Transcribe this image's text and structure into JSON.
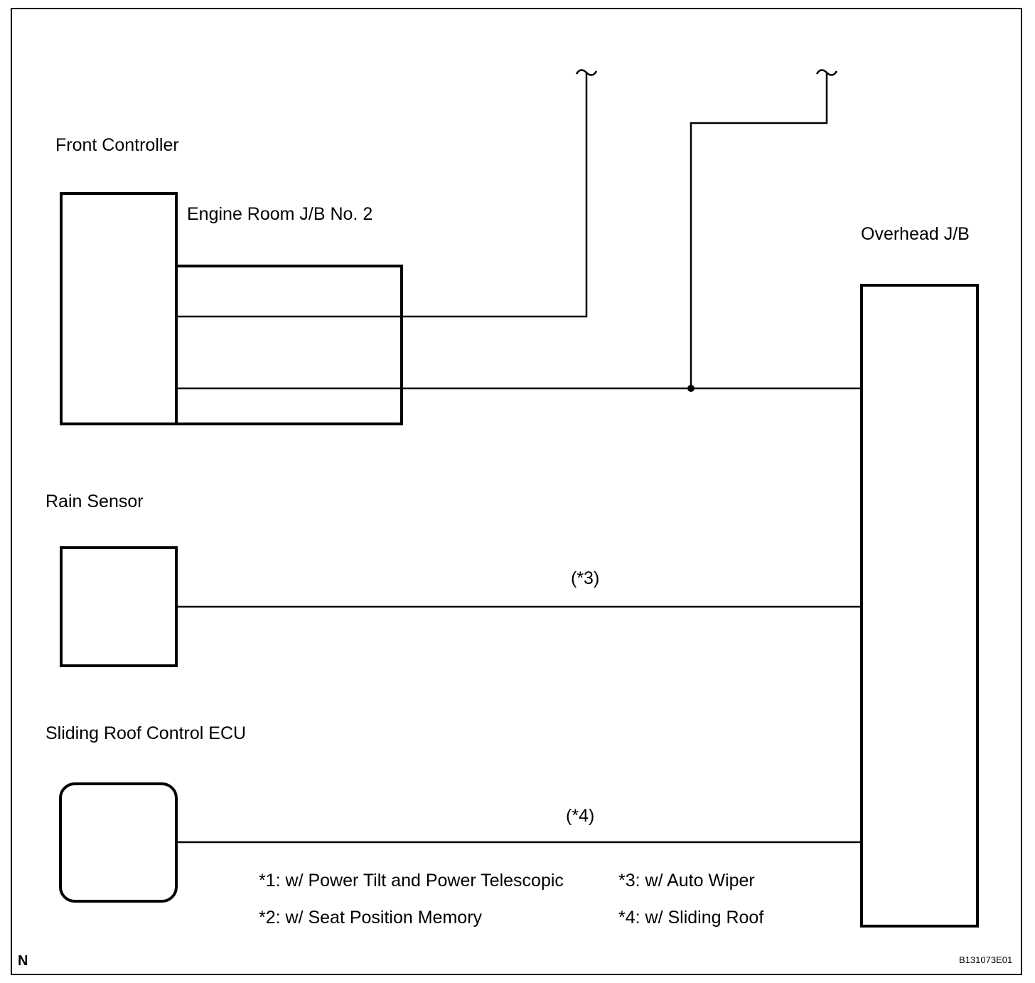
{
  "components": {
    "front_controller": "Front Controller",
    "engine_room_jb": "Engine Room J/B No. 2",
    "overhead_jb": "Overhead J/B",
    "rain_sensor": "Rain Sensor",
    "sliding_roof_ecu": "Sliding Roof Control ECU"
  },
  "wire_labels": {
    "rain_sensor_line": "(*3)",
    "sliding_roof_line": "(*4)"
  },
  "notes": [
    "*1: w/ Power Tilt and Power Telescopic",
    "*2: w/ Seat Position Memory",
    "*3: w/ Auto Wiper",
    "*4: w/ Sliding Roof"
  ],
  "corner_mark": "N",
  "figure_code": "B131073E01"
}
